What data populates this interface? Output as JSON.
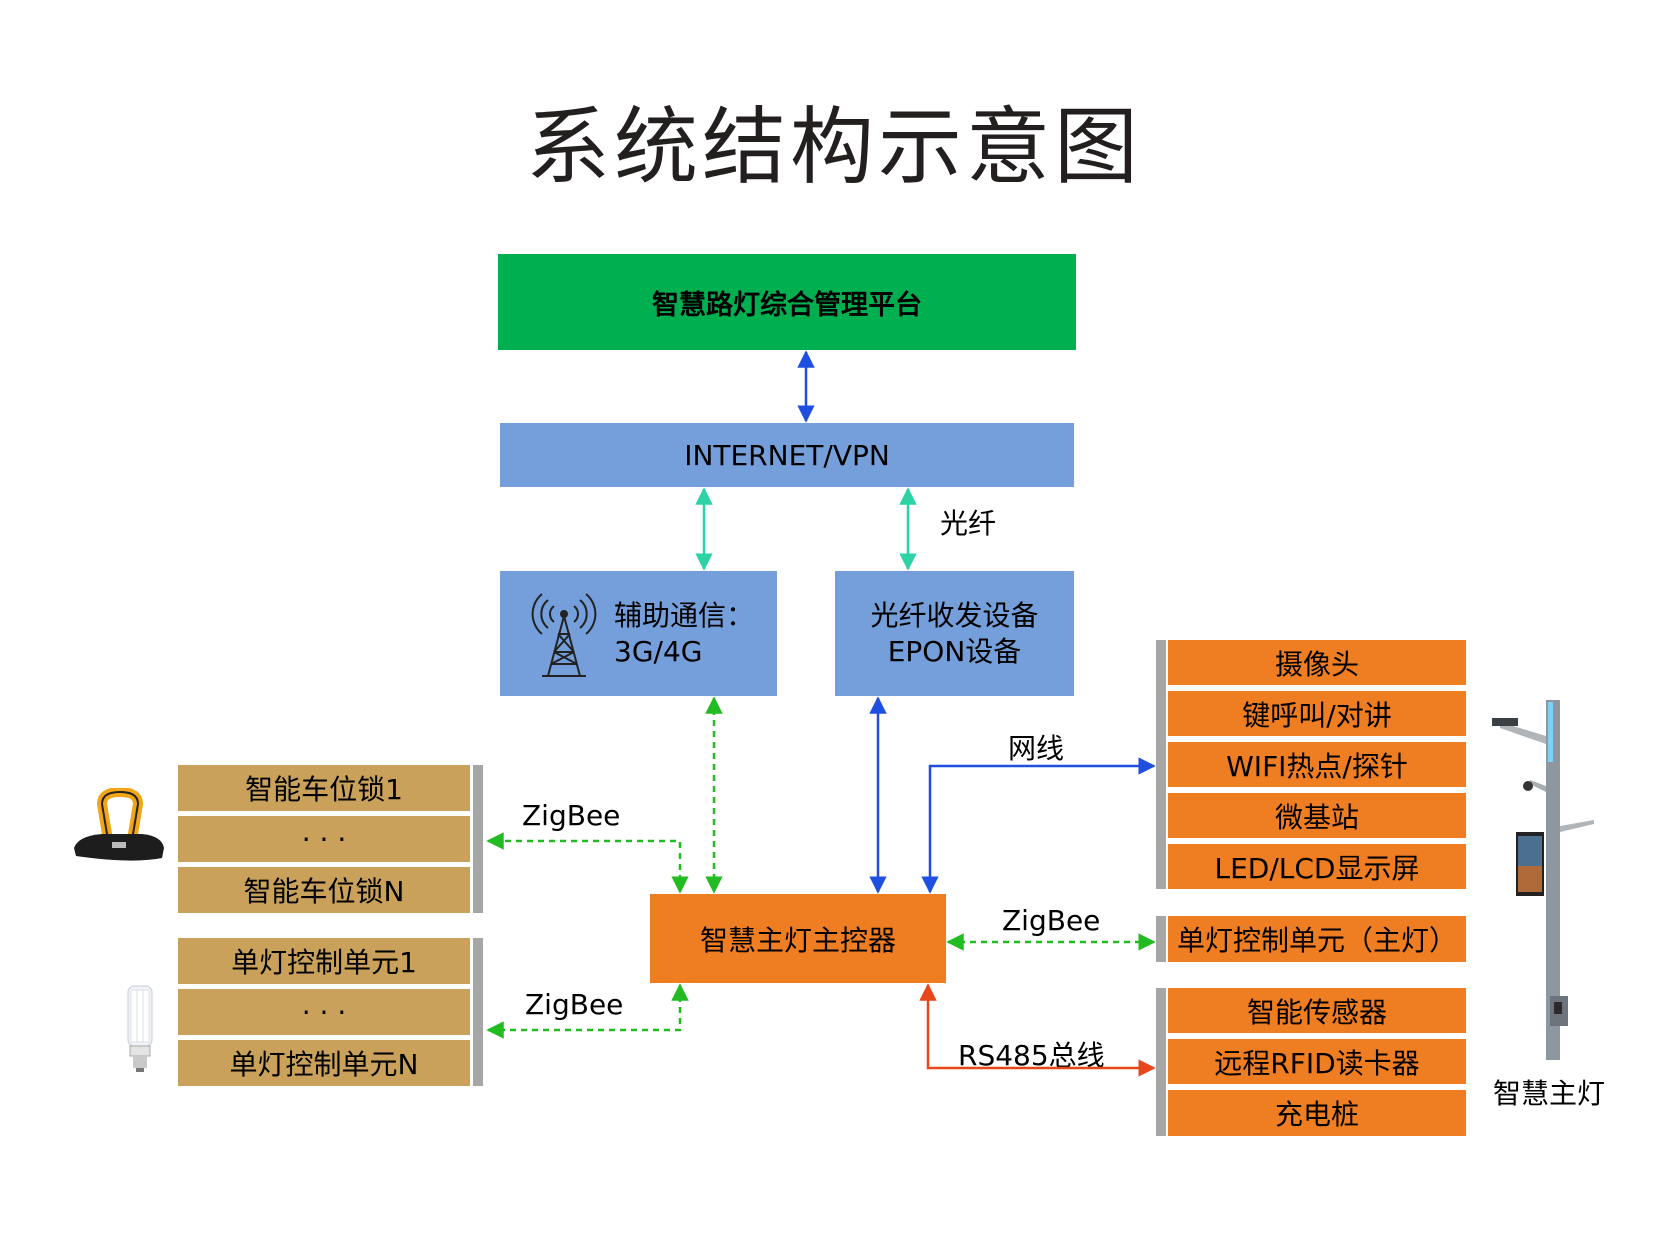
{
  "title": "系统结构示意图",
  "nodes": {
    "platform": "智慧路灯综合管理平台",
    "internet": "INTERNET/VPN",
    "aux_line1": "辅助通信：",
    "aux_line2": "3G/4G",
    "fiber_line1": "光纤收发设备",
    "fiber_line2": "EPON设备",
    "controller": "智慧主灯主控器"
  },
  "edge_labels": {
    "fiber": "光纤",
    "net": "网线",
    "zigbee_top": "ZigBee",
    "zigbee_bottom": "ZigBee",
    "zigbee_right": "ZigBee",
    "rs485": "RS485总线"
  },
  "left_groups": {
    "parking": [
      "智能车位锁1",
      "· · ·",
      "智能车位锁N"
    ],
    "lamps": [
      "单灯控制单元1",
      "· · ·",
      "单灯控制单元N"
    ]
  },
  "right_groups": {
    "network_devices": [
      "摄像头",
      "键呼叫/对讲",
      "WIFI热点/探针",
      "微基站",
      "LED/LCD显示屏"
    ],
    "main_lamp_unit": "单灯控制单元（主灯）",
    "bus_devices": [
      "智能传感器",
      "远程RFID读卡器",
      "充电桩"
    ]
  },
  "pole_label": "智慧主灯",
  "colors": {
    "platform": "#00b050",
    "network": "#749fda",
    "controller": "#ef7d22",
    "left_item": "#c9a15a",
    "arrow_blue": "#1f4fe0",
    "arrow_teal": "#2ed3a5",
    "arrow_green": "#22bb22",
    "arrow_red": "#e8471c"
  }
}
